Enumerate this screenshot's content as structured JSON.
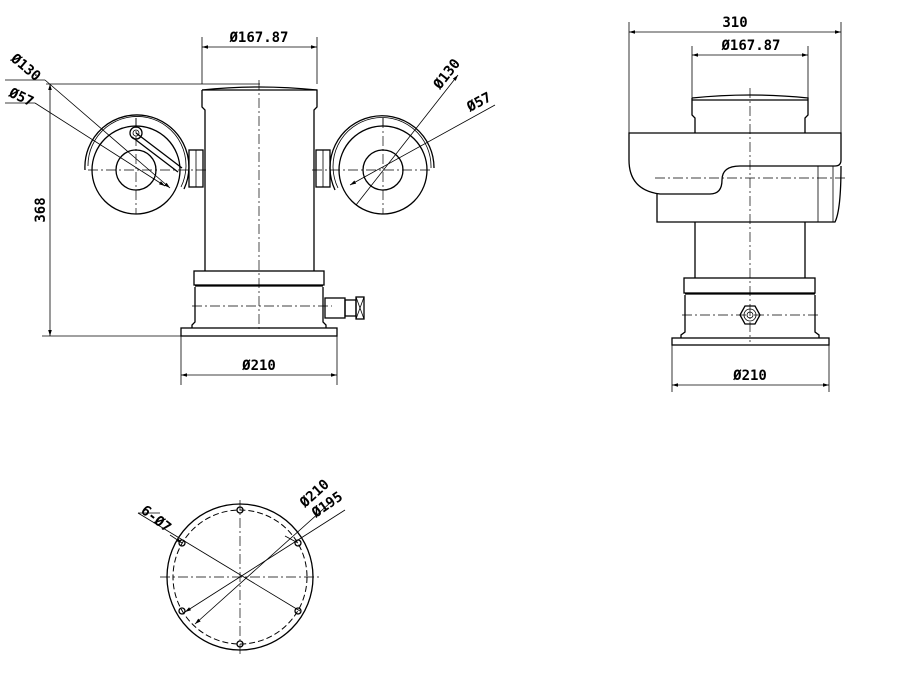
{
  "front_view": {
    "top_diameter": "Ø167.87",
    "height": "368",
    "base_diameter": "Ø210",
    "left_housing_diameter": "Ø130",
    "left_window_diameter": "Ø57",
    "right_housing_diameter": "Ø130",
    "right_window_diameter": "Ø57"
  },
  "side_view": {
    "overall_width": "310",
    "top_diameter": "Ø167.87",
    "base_diameter": "Ø210"
  },
  "bottom_view": {
    "holes": "6-Ø7",
    "outer_diameter": "Ø210",
    "bolt_circle_diameter": "Ø195"
  }
}
